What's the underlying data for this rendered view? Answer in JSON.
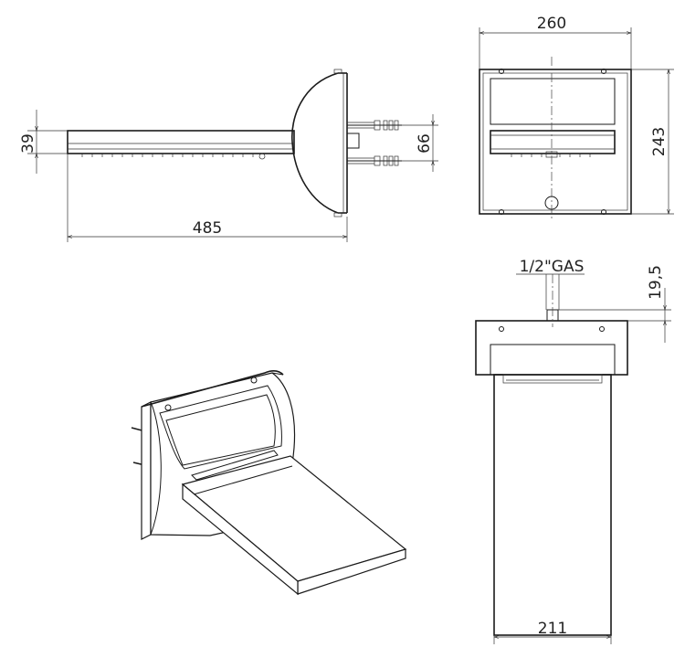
{
  "dimensions": {
    "side_height": "39",
    "side_length": "485",
    "side_mount_spacing": "66",
    "front_width": "260",
    "front_height": "243",
    "top_pipe_label": "1/2\"GAS",
    "top_pipe_height": "19,5",
    "top_width": "211"
  }
}
